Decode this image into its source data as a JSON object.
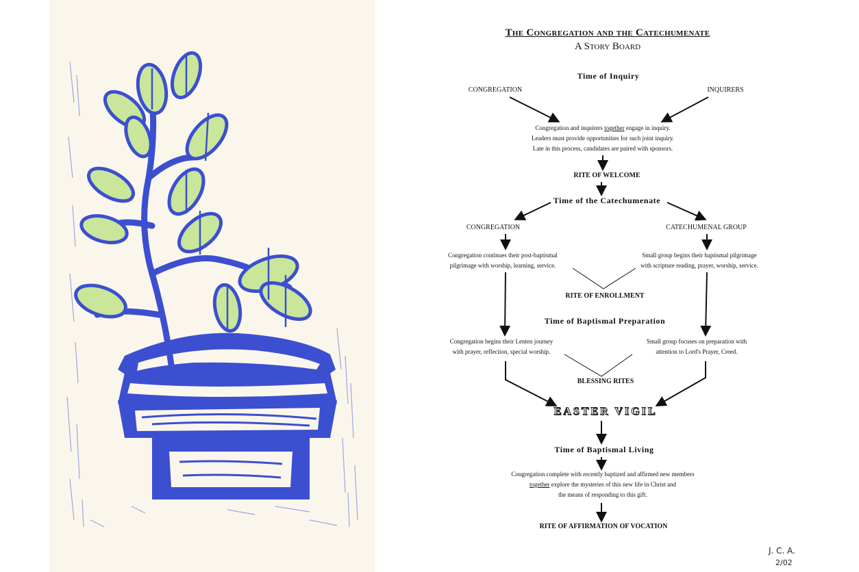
{
  "storyboard": {
    "title": "The Congregation and the Catechumenate",
    "subtitle": "A Story Board",
    "time_inquiry": "Time of Inquiry",
    "congregation_label": "CONGREGATION",
    "inquirers_label": "INQUIRERS",
    "inquiry_text": [
      "Congregation and inquirers ",
      "together",
      " engage in inquiry.",
      "Leaders must provide opportunities for such joint inquiry.",
      "Late in this process, candidates are paired with sponsors."
    ],
    "rite_welcome": "RITE OF WELCOME",
    "time_catechumenate": "Time of the Catechumenate",
    "congregation_label_2": "CONGREGATION",
    "catechumenal_group_label": "CATECHUMENAL GROUP",
    "congregation_continues": [
      "Congregation continues their post-baptismal",
      "pilgrimage with worship, learning, service."
    ],
    "small_group_begins": [
      "Small group begins their baptismal pilgrimage",
      "with scripture reading, prayer, worship, service."
    ],
    "rite_enrollment": "RITE OF ENROLLMENT",
    "time_baptismal_prep": "Time of Baptismal Preparation",
    "congregation_lenten": [
      "Congregation begins their Lenten journey",
      "with prayer, reflection, special worship."
    ],
    "small_group_focuses": [
      "Small group focuses on preparation with",
      "attention to Lord's Prayer, Creed."
    ],
    "blessing_rites": "BLESSING RITES",
    "easter_vigil": "EASTER VIGIL",
    "time_baptismal_living": "Time of Baptismal Living",
    "living_text": [
      "Congregation complete with recently baptized and affirmed new members",
      "together",
      " explore the mysteries of this new life in Christ and",
      "the means of responding to this gift."
    ],
    "rite_affirmation": "RITE OF AFFIRMATION OF VOCATION"
  },
  "signature": {
    "initials": "J. C. A.",
    "date": "2/02"
  },
  "colors": {
    "ink_blue": "#3b4fd0",
    "leaf_green": "#c9e69a",
    "paper": "#fbf6ec"
  }
}
